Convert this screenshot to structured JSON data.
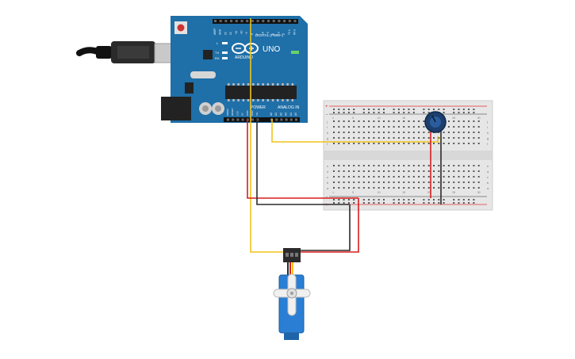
{
  "arduino": {
    "brand_text": "UNO",
    "model_text": "ARDUINO",
    "digital_header_text": "DIGITAL (PWM~)",
    "power_header_text": "POWER",
    "analog_header_text": "ANALOG IN",
    "led_labels": [
      "L",
      "TX",
      "RX"
    ],
    "digital_pin_labels": [
      "AREF",
      "GND",
      "13",
      "12",
      "~11",
      "~10",
      "~9",
      "8",
      "7",
      "~6",
      "~5",
      "4",
      "~3",
      "2",
      "TX 1",
      "RX 0"
    ],
    "power_pin_labels": [
      "IOREF",
      "RESET",
      "3.3V",
      "5V",
      "GND",
      "GND",
      "Vin"
    ],
    "analog_pin_labels": [
      "A0",
      "A1",
      "A2",
      "A3",
      "A4",
      "A5"
    ],
    "on_label": "ON",
    "board_color": "#1f6fa8"
  },
  "breadboard": {
    "row_letters_top": [
      "j",
      "i",
      "h",
      "g",
      "f"
    ],
    "row_letters_bottom": [
      "e",
      "d",
      "c",
      "b",
      "a"
    ],
    "rail_plus": "+",
    "rail_minus": "-",
    "column_numbers": [
      "1",
      "5",
      "10",
      "15",
      "20",
      "25",
      "30"
    ]
  },
  "wire_colors": {
    "signal": "#f0c419",
    "power": "#d81e1e",
    "ground": "#2b2b2b"
  },
  "components": {
    "potentiometer_color": "#1c3f6e",
    "servo_color": "#2a7fd4"
  }
}
